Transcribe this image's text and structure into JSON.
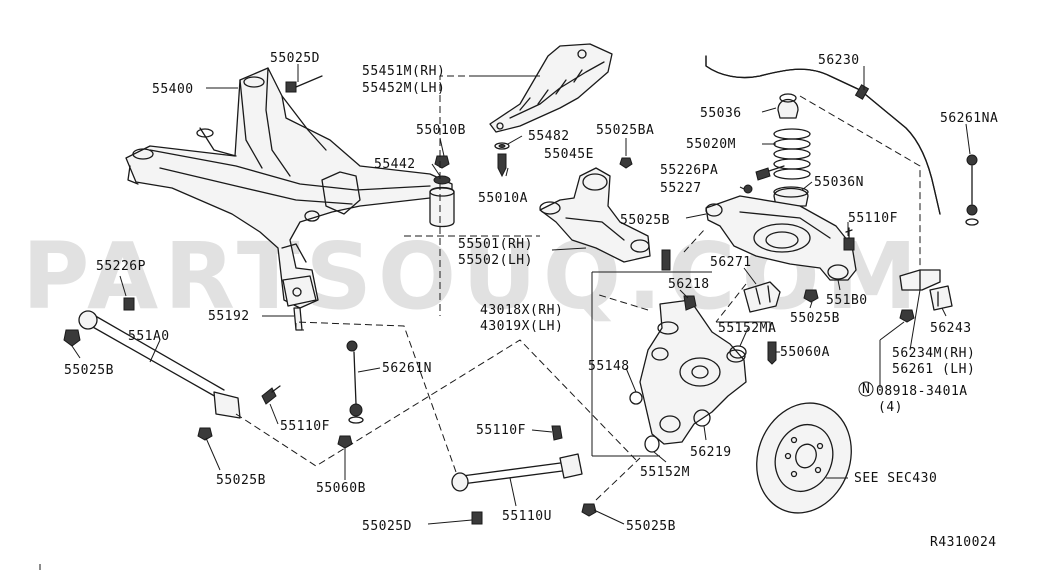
{
  "diagram": {
    "watermark": "PARTSOUQ.COM",
    "reference_code": "R4310024",
    "labels": {
      "p55025D_top": "55025D",
      "p55400": "55400",
      "p55451M": "55451M(RH)",
      "p55452M": "55452M(LH)",
      "p56230": "56230",
      "p55036": "55036",
      "p56261NA": "56261NA",
      "p55010B": "55010B",
      "p55482": "55482",
      "p55025BA": "55025BA",
      "p55020M": "55020M",
      "p55442": "55442",
      "p55045E": "55045E",
      "p55226PA": "55226PA",
      "p55227": "55227",
      "p55036N": "55036N",
      "p55010A": "55010A",
      "p55025B_mid": "55025B",
      "p55110F_right": "55110F",
      "p55501": "55501(RH)",
      "p55502": "55502(LH)",
      "p55226P": "55226P",
      "p56271": "56271",
      "p56218": "56218",
      "p551B0": "551B0",
      "p43018X": "43018X(RH)",
      "p43019X": "43019X(LH)",
      "p55025B_right": "55025B",
      "p56243": "56243",
      "p55192": "55192",
      "p551A0": "551A0",
      "p55152MA": "55152MA",
      "p56234M": "56234M(RH)",
      "p56261": "56261 (LH)",
      "p55025B_left": "55025B",
      "p56261N": "56261N",
      "p55060A": "55060A",
      "p55148": "55148",
      "p08918": "08918-3401A",
      "p08918_qty": "(4)",
      "p08918_symbol": "N",
      "p55110F_left": "55110F",
      "p55110F_bottom": "55110F",
      "p56219": "56219",
      "p55152M": "55152M",
      "p55025B_lowleft": "55025B",
      "p55060B": "55060B",
      "pSEE": "SEE SEC430",
      "p55110U": "55110U",
      "p55025D_bottom": "55025D",
      "p55025B_bottom": "55025B"
    }
  }
}
